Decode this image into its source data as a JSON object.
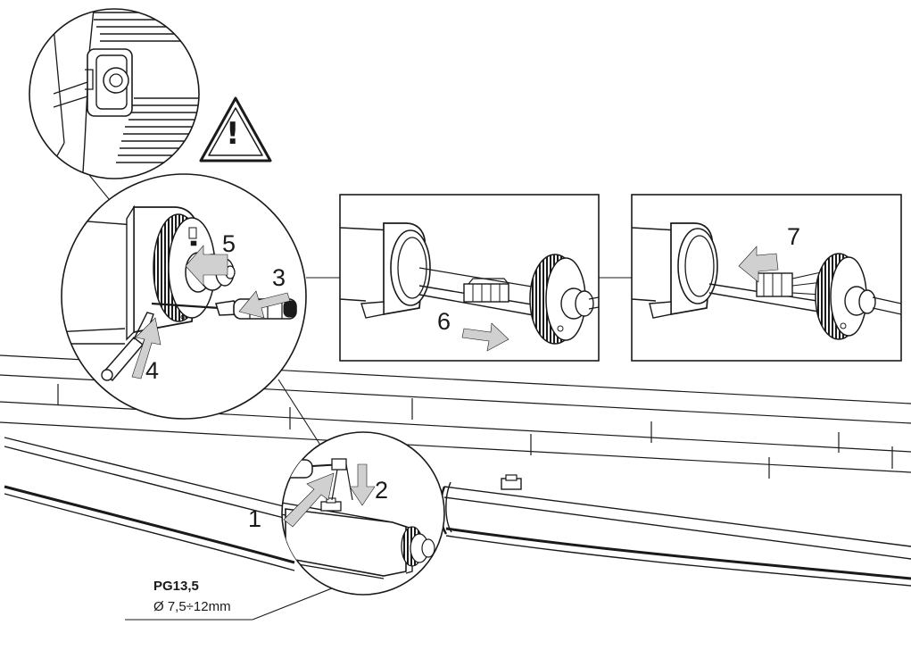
{
  "steps": {
    "s1": "1",
    "s2": "2",
    "s3": "3",
    "s4": "4",
    "s5": "5",
    "s6": "6",
    "s7": "7"
  },
  "warning": {
    "symbol": "!"
  },
  "cable_spec": {
    "gland": "PG13,5",
    "diameter": "Ø 7,5÷12mm"
  },
  "colors": {
    "line": "#1a1a1a",
    "fill_light": "#f2f2f2",
    "arrow_fill": "#d0d0d0"
  }
}
